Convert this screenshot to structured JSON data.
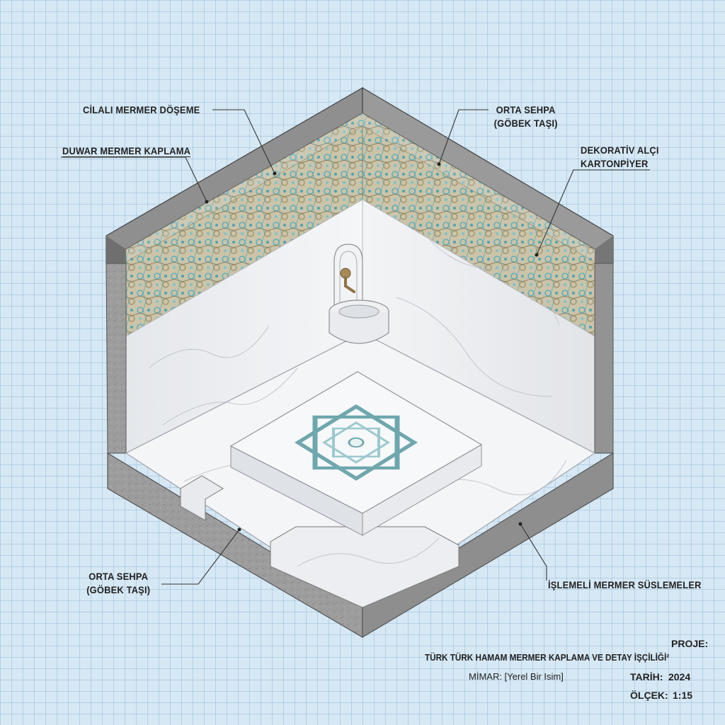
{
  "labels": {
    "cilali_mermer_doseme": "CİLALI MERMER DÖŞEME",
    "duvar_mermer_kaplama": "DUWAR MERMER KAPLAMA",
    "orta_sehpa_top": [
      "ORTA SEHPA",
      "(GÖBEK TAŞI)"
    ],
    "dekorativ_alci": [
      "DEKORATİV ALÇI",
      "KARTONPİYER"
    ],
    "orta_sehpa_bottom": [
      "ORTA SEHPA",
      "(GÖBEK TAŞI)"
    ],
    "islemeli_mermer": "İŞLEMELİ MERMER SÜSLEMELER"
  },
  "title_block": {
    "proje_label": "PROJE:",
    "proje_title": "TÜRK TÜRK HAMAM MERMER KAPLAMA VE DETAY İŞÇİLİĞİ²",
    "mimar": "MİMAR:  [Yerel Bir Isim]",
    "tarih_label": "TARİH:",
    "tarih_value": "2024",
    "olcek_label": "ÖLÇEK:",
    "olcek_value": "1:15"
  },
  "colors": {
    "marble": "#f4f5f7",
    "wall_marble": "#eceef1",
    "concrete": "#9a9a9a",
    "concrete_dark": "#7d7d7d",
    "cap_gray": "#8a8a8a",
    "mosaic_base": "#c9c2a8",
    "mosaic_teal": "#5fb0bc",
    "star_teal": "#7fb4ba",
    "leader": "#333333"
  },
  "icons": [
    "geometric-star-icon",
    "faucet-icon"
  ]
}
